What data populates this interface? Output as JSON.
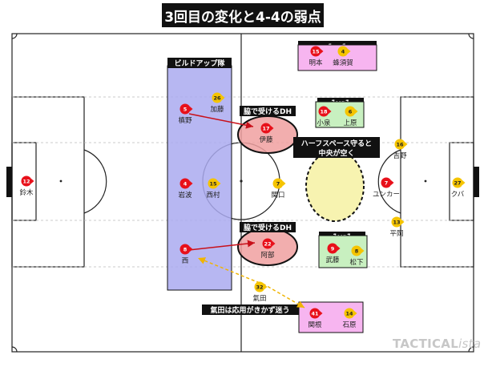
{
  "title": "3回目の変化と4-4の弱点",
  "watermark": {
    "prefix": "TACTICAL",
    "suffix": "ista"
  },
  "colors": {
    "red": "#e8101a",
    "yellow": "#f5c400",
    "blue_zone": "#aaaaf0",
    "pink_zone": "#f0a0a0",
    "green_box": "#c8f0c0",
    "magenta_box": "#f7b5f0",
    "yellow_zone": "#f7f3b0"
  },
  "annotations": {
    "build_up_unit": "ビルドアップ隊",
    "dh_top": "脇で受けるDH",
    "dh_bottom": "脇で受けるDH",
    "half_space_line1": "ハーフスペース守ると",
    "half_space_line2": "中央が空く",
    "onevone_top": "1vs1",
    "onevone_mid": "1vs1",
    "onevone_bottom": "1vs1",
    "keita_note": "氣田は応用がきかず迷う"
  },
  "players": [
    {
      "id": "p-12",
      "number": "12",
      "name": "鈴木",
      "team": "red"
    },
    {
      "id": "p-5",
      "number": "5",
      "name": "槙野",
      "team": "red"
    },
    {
      "id": "p-4",
      "number": "4",
      "name": "岩波",
      "team": "red"
    },
    {
      "id": "p-8",
      "number": "8",
      "name": "西",
      "team": "red"
    },
    {
      "id": "p-26",
      "number": "26",
      "name": "加藤",
      "team": "yellow"
    },
    {
      "id": "p-15y",
      "number": "15",
      "name": "西村",
      "team": "yellow"
    },
    {
      "id": "p-17",
      "number": "17",
      "name": "伊藤",
      "team": "red"
    },
    {
      "id": "p-7y",
      "number": "7",
      "name": "関口",
      "team": "yellow"
    },
    {
      "id": "p-22",
      "number": "22",
      "name": "阿部",
      "team": "red"
    },
    {
      "id": "p-32",
      "number": "32",
      "name": "氣田",
      "team": "yellow"
    },
    {
      "id": "p-15r",
      "number": "15",
      "name": "明本",
      "team": "red"
    },
    {
      "id": "p-4y",
      "number": "4",
      "name": "蜂須賀",
      "team": "yellow"
    },
    {
      "id": "p-18",
      "number": "18",
      "name": "小泉",
      "team": "red"
    },
    {
      "id": "p-6",
      "number": "6",
      "name": "上原",
      "team": "yellow"
    },
    {
      "id": "p-16",
      "number": "16",
      "name": "吉野",
      "team": "yellow"
    },
    {
      "id": "p-7r",
      "number": "7",
      "name": "ユンカー",
      "team": "red"
    },
    {
      "id": "p-27",
      "number": "27",
      "name": "クバ",
      "team": "yellow"
    },
    {
      "id": "p-13",
      "number": "13",
      "name": "平岡",
      "team": "yellow"
    },
    {
      "id": "p-9",
      "number": "9",
      "name": "武藤",
      "team": "red"
    },
    {
      "id": "p-8y",
      "number": "8",
      "name": "松下",
      "team": "yellow"
    },
    {
      "id": "p-41",
      "number": "41",
      "name": "関根",
      "team": "red"
    },
    {
      "id": "p-14",
      "number": "14",
      "name": "石原",
      "team": "yellow"
    }
  ]
}
